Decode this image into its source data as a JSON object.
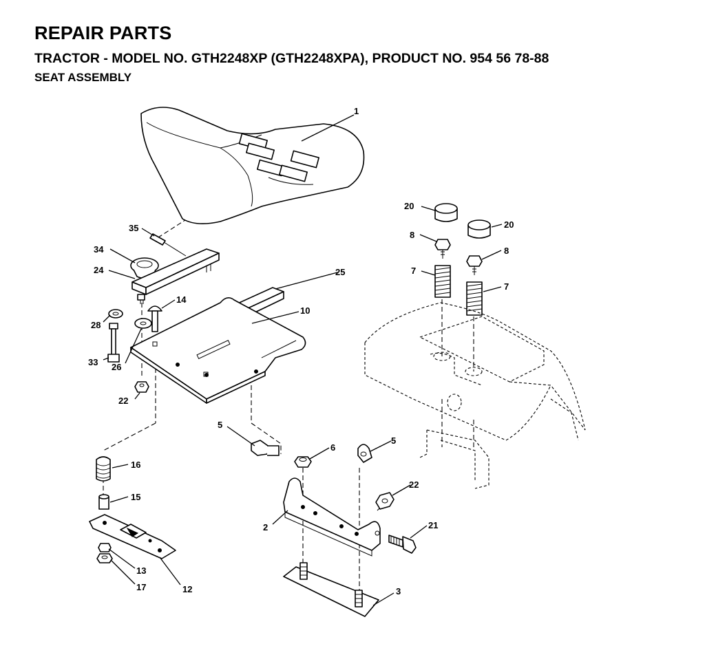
{
  "header": {
    "title": "REPAIR PARTS",
    "subtitle": "TRACTOR - MODEL NO. GTH2248XP (GTH2248XPA), PRODUCT NO. 954 56 78-88",
    "section": "SEAT ASSEMBLY"
  },
  "callouts": {
    "c1": "1",
    "c2": "2",
    "c3": "3",
    "c5a": "5",
    "c5b": "5",
    "c6": "6",
    "c7a": "7",
    "c7b": "7",
    "c8a": "8",
    "c8b": "8",
    "c10": "10",
    "c12": "12",
    "c13": "13",
    "c14": "14",
    "c15": "15",
    "c16": "16",
    "c17": "17",
    "c20a": "20",
    "c20b": "20",
    "c21": "21",
    "c22a": "22",
    "c22b": "22",
    "c24": "24",
    "c25": "25",
    "c26": "26",
    "c28": "28",
    "c33": "33",
    "c34": "34",
    "c35": "35"
  }
}
